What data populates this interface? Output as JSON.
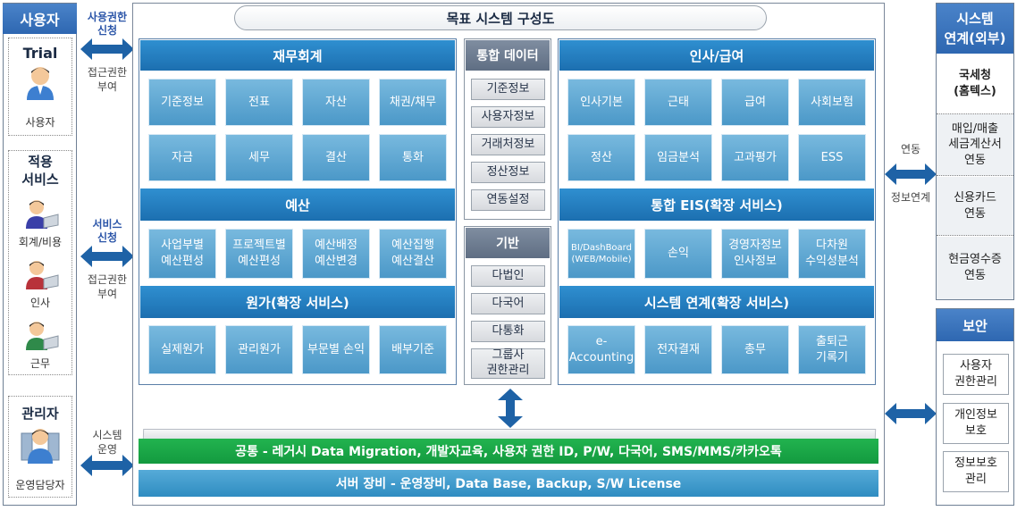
{
  "title": "목표 시스템 구성도",
  "left": {
    "user_header": "사용자",
    "trial": {
      "title": "Trial",
      "caption": "사용자"
    },
    "services": {
      "title": "적용\n서비스",
      "items": [
        "회계/비용",
        "인사",
        "근무"
      ]
    },
    "admin": {
      "title": "관리자",
      "caption": "운영담당자"
    }
  },
  "connectors": {
    "access_request": "사용권한\n신청",
    "access_grant": "접근권한\n부여",
    "service_request": "서비스\n신청",
    "service_grant": "접근권한\n부여",
    "system_op": "시스템\n운영",
    "link_top": "연동",
    "link_bottom": "정보연계"
  },
  "finance": {
    "title": "재무회계",
    "row1": [
      "기준정보",
      "전표",
      "자산",
      "채권/채무"
    ],
    "row2": [
      "자금",
      "세무",
      "결산",
      "통화"
    ],
    "budget_title": "예산",
    "budget": [
      "사업부별\n예산편성",
      "프로젝트별\n예산편성",
      "예산배정\n예산변경",
      "예산집행\n예산결산"
    ],
    "cost_title": "원가(확장 서비스)",
    "cost": [
      "실제원가",
      "관리원가",
      "부문별 손익",
      "배부기준"
    ]
  },
  "integrated_data": {
    "title": "통합 데이터",
    "items": [
      "기준정보",
      "사용자정보",
      "거래처정보",
      "정산정보",
      "연동설정"
    ]
  },
  "foundation": {
    "title": "기반",
    "items": [
      "다법인",
      "다국어",
      "다통화",
      "그룹사\n권한관리"
    ]
  },
  "hr": {
    "title": "인사/급여",
    "row1": [
      "인사기본",
      "근태",
      "급여",
      "사회보험"
    ],
    "row2": [
      "정산",
      "임금분석",
      "고과평가",
      "ESS"
    ],
    "eis_title": "통합 EIS(확장 서비스)",
    "eis": [
      "BI/DashBoard\n(WEB/Mobile)",
      "손익",
      "경영자정보\n인사정보",
      "다차원\n수익성분석"
    ],
    "syslink_title": "시스템 연계(확장 서비스)",
    "syslink": [
      "e-\nAccounting",
      "전자결재",
      "총무",
      "출퇴근\n기록기"
    ]
  },
  "common_bar": "공통 - 레거시 Data Migration, 개발자교육, 사용자 권한 ID, P/W, 다국어, SMS/MMS/카카오톡",
  "server_bar": "서버 장비 - 운영장비, Data Base, Backup, S/W License",
  "external": {
    "title": "시스템\n연계(외부)",
    "items": [
      "국세청\n(홈텍스)",
      "매입/매출\n세금계산서\n연동",
      "신용카드\n연동",
      "현금영수증\n연동"
    ]
  },
  "security": {
    "title": "보안",
    "items": [
      "사용자\n권한관리",
      "개인정보\n보호",
      "정보보호\n관리"
    ]
  },
  "colors": {
    "header_blue": "#2e67b1",
    "section_blue": "#1c6fb0",
    "tile_blue": "#5aa5d2",
    "common_green": "#1aa84a",
    "server_blue": "#3d97c9",
    "arrow_blue": "#1e62a6"
  }
}
